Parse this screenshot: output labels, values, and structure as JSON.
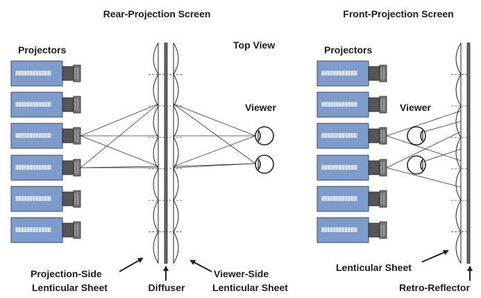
{
  "rear": {
    "title": "Rear-Projection Screen",
    "projectors_label": "Projectors",
    "top_view_label": "Top View",
    "viewer_label": "Viewer",
    "projection_side_line1": "Projection-Side",
    "projection_side_line2": "Lenticular Sheet",
    "diffuser_label": "Diffuser",
    "viewer_side_line1": "Viewer-Side",
    "viewer_side_line2": "Lenticular Sheet"
  },
  "front": {
    "title": "Front-Projection Screen",
    "projectors_label": "Projectors",
    "viewer_label": "Viewer",
    "lenticular_label": "Lenticular Sheet",
    "retro_reflector_label": "Retro-Reflector"
  },
  "colors": {
    "projector_body": "#7d9bcb",
    "projector_border": "#3a4a66",
    "projector_lens": "#555555",
    "line": "#222222"
  },
  "icons": {
    "projector": "projector-icon",
    "eye": "eye-icon",
    "arrow": "arrow-icon"
  }
}
